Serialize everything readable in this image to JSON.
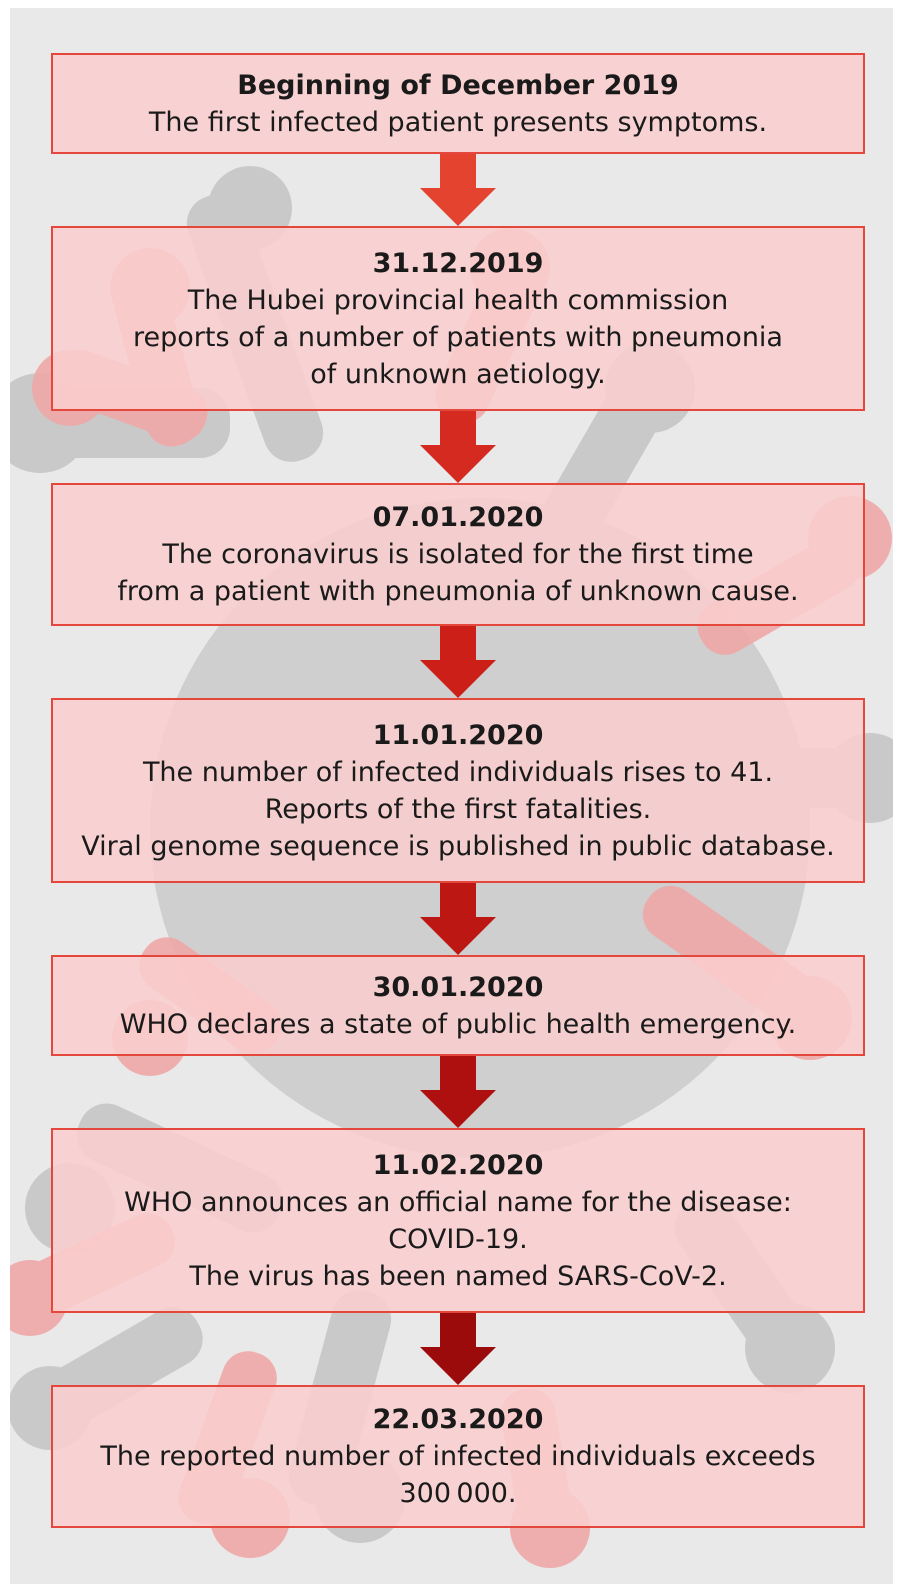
{
  "colors": {
    "box_border": "#e4483c",
    "box_fill": "#facece",
    "background": "#e9e9e9",
    "arrows": [
      "#e4442f",
      "#d42a1f",
      "#cb1f18",
      "#bd1713",
      "#ad100f",
      "#9c0b0b",
      "#8c0707"
    ]
  },
  "background_icon": "coronavirus-icon",
  "events": [
    {
      "date": "Beginning of December 2019",
      "lines": [
        "The first infected patient presents symptoms."
      ]
    },
    {
      "date": "31.12.2019",
      "lines": [
        "The Hubei provincial health commission",
        "reports of a number of patients with pneumonia",
        "of unknown aetiology."
      ]
    },
    {
      "date": "07.01.2020",
      "lines": [
        "The coronavirus is isolated for the first time",
        "from a patient with pneumonia of unknown cause."
      ]
    },
    {
      "date": "11.01.2020",
      "lines": [
        "The number of infected individuals rises to 41.",
        "Reports of the first fatalities.",
        "Viral genome sequence is published in public database."
      ]
    },
    {
      "date": "30.01.2020",
      "lines": [
        "WHO declares a state of public health emergency."
      ]
    },
    {
      "date": "11.02.2020",
      "lines": [
        "WHO announces an official name for the disease:",
        "COVID-19.",
        "The virus has been named SARS-CoV-2."
      ]
    },
    {
      "date": "22.03.2020",
      "lines": [
        "The reported number of infected individuals exceeds",
        "300 000."
      ]
    }
  ]
}
